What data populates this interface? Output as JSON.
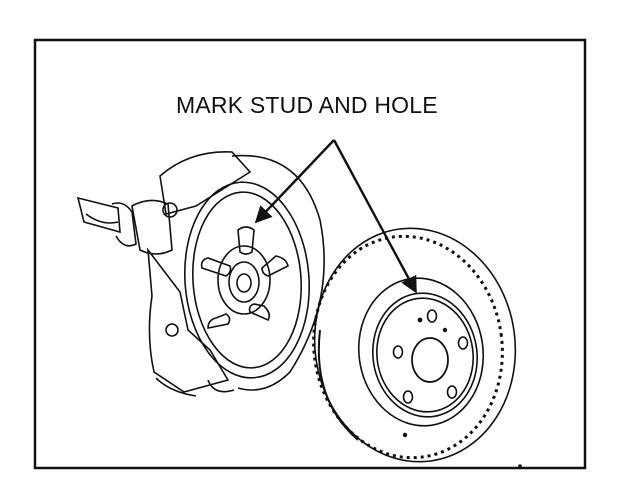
{
  "callout": {
    "text": "MARK STUD AND HOLE"
  },
  "colors": {
    "line": "#111111",
    "background": "#ffffff"
  },
  "parts": [
    "hub-assembly",
    "brake-disc"
  ]
}
